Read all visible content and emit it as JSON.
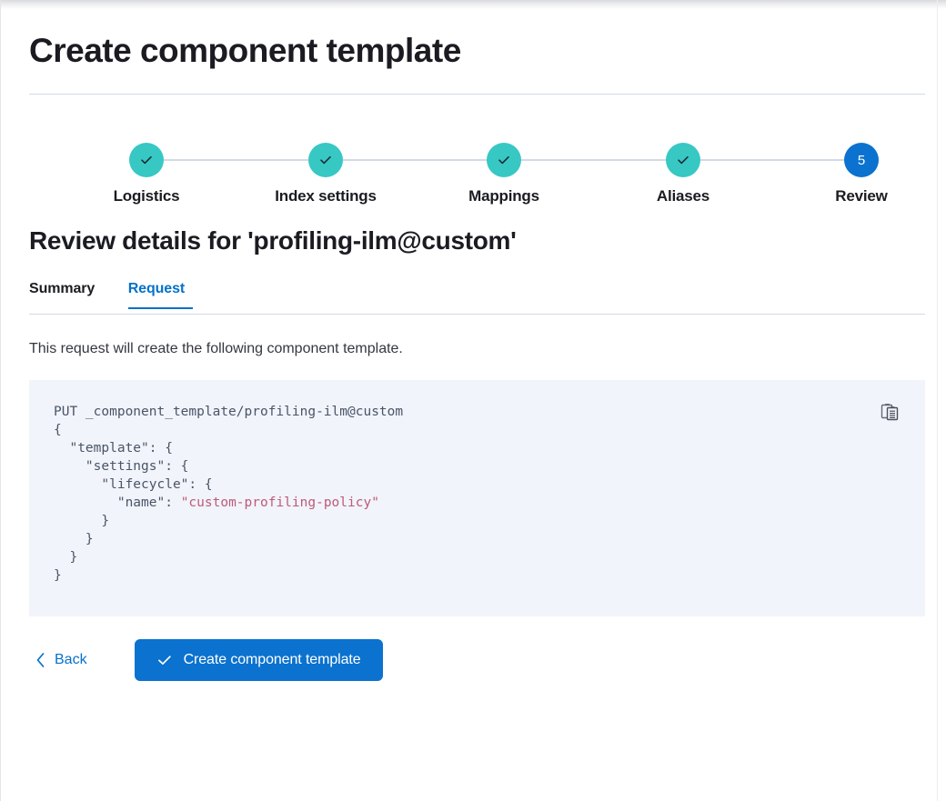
{
  "page": {
    "title": "Create component template"
  },
  "stepper": {
    "steps": [
      {
        "label": "Logistics",
        "state": "done",
        "indicator": "check-icon"
      },
      {
        "label": "Index settings",
        "state": "done",
        "indicator": "check-icon"
      },
      {
        "label": "Mappings",
        "state": "done",
        "indicator": "check-icon"
      },
      {
        "label": "Aliases",
        "state": "done",
        "indicator": "check-icon"
      },
      {
        "label": "Review",
        "state": "current",
        "indicator": "5"
      }
    ]
  },
  "review": {
    "heading": "Review details for 'profiling-ilm@custom'",
    "tabs": [
      {
        "label": "Summary",
        "active": false
      },
      {
        "label": "Request",
        "active": true
      }
    ],
    "description": "This request will create the following component template.",
    "request": {
      "method_line": "PUT _component_template/profiling-ilm@custom",
      "body_lines": [
        "{",
        "  \"template\": {",
        "    \"settings\": {",
        "      \"lifecycle\": {",
        "        \"name\": ",
        "      }",
        "    }",
        "  }",
        "}"
      ],
      "policy_name_value": "\"custom-profiling-policy\""
    },
    "copy_icon": "copy-clipboard-icon"
  },
  "footer": {
    "back_label": "Back",
    "back_icon": "chevron-left-icon",
    "submit_label": "Create component template",
    "submit_icon": "check-icon"
  },
  "colors": {
    "accent_blue": "#0b72cf",
    "link_blue": "#0671c9",
    "step_done_teal": "#37c8c4",
    "connector_gray": "#d3dae6",
    "code_bg": "#f1f4fa",
    "code_text": "#4a5568",
    "code_string": "#bd5b77"
  }
}
